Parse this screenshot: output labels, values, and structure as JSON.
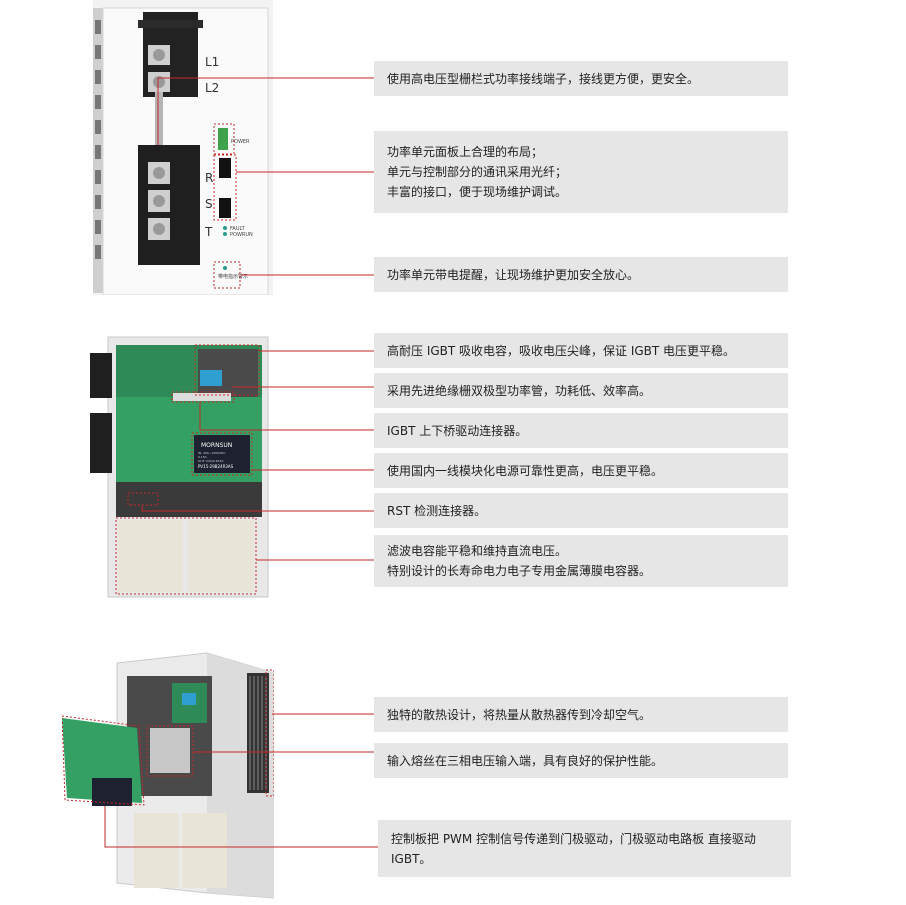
{
  "sections": [
    {
      "photo": {
        "terminal_labels": [
          "L1",
          "L2",
          "R",
          "S",
          "T"
        ],
        "panel_labels": [
          "POWER",
          "FAULT",
          "POWRUN"
        ],
        "warning_label": "带电指示警示"
      },
      "callouts": [
        {
          "lines": [
            "使用高电压型栅栏式功率接线端子，接线更方便，更安全。"
          ]
        },
        {
          "lines": [
            "功率单元面板上合理的布局；",
            "单元与控制部分的通讯采用光纤；",
            "丰富的接口，便于现场维护调试。"
          ]
        },
        {
          "lines": [
            "功率单元带电提醒，让现场维护更加安全放心。"
          ]
        }
      ]
    },
    {
      "photo": {
        "module_brand": "MORNSUN",
        "module_model": "PV15-29B24R3AS",
        "module_specs": [
          "IN: 200~1500VDC",
          "0.15A",
          "OUT: 24V/0.625A"
        ]
      },
      "callouts": [
        {
          "lines": [
            "高耐压 IGBT 吸收电容，吸收电压尖峰，保证 IGBT 电压更平稳。"
          ]
        },
        {
          "lines": [
            "采用先进绝缘栅双极型功率管，功耗低、效率高。"
          ]
        },
        {
          "lines": [
            "IGBT 上下桥驱动连接器。"
          ]
        },
        {
          "lines": [
            "使用国内一线模块化电源可靠性更高，电压更平稳。"
          ]
        },
        {
          "lines": [
            "RST 检测连接器。"
          ]
        },
        {
          "lines": [
            "滤波电容能平稳和维持直流电压。",
            "特别设计的长寿命电力电子专用金属薄膜电容器。"
          ]
        }
      ]
    },
    {
      "photo": {},
      "callouts": [
        {
          "lines": [
            "独特的散热设计，将热量从散热器传到冷却空气。"
          ]
        },
        {
          "lines": [
            "输入熔丝在三相电压输入端，具有良好的保护性能。"
          ]
        },
        {
          "lines": [
            "控制板把 PWM 控制信号传递到门极驱动，门极驱动电路板 直接驱动",
            "IGBT。"
          ]
        }
      ]
    }
  ],
  "colors": {
    "accent": "#c62828",
    "box_bg": "#e6e6e6",
    "pcb_green": "#2e8b57",
    "metal": "#d9d9d9"
  }
}
